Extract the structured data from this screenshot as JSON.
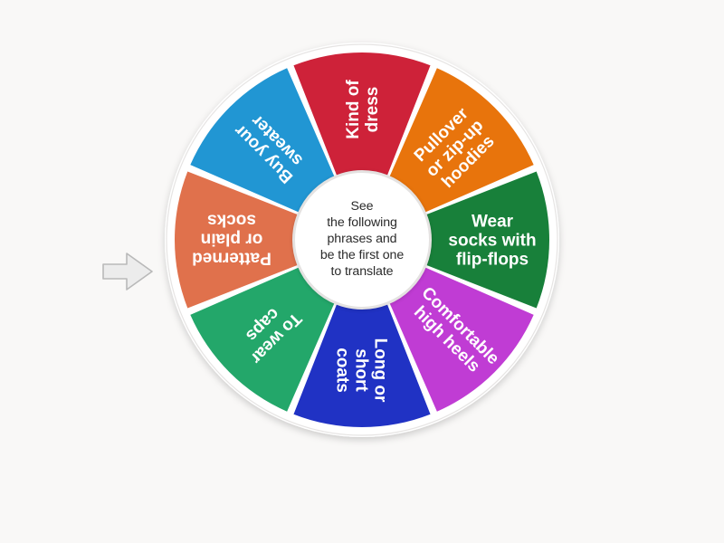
{
  "wheel": {
    "center_text": "See\nthe following\nphrases and\nbe the first one\nto translate",
    "pointer_icon": "arrow-right-icon",
    "segment_count": 8,
    "segments": [
      {
        "label": "Kind of dress",
        "lines": [
          "Kind of",
          "dress"
        ],
        "color": "#ce2239",
        "angle_start": -112.5,
        "angle_end": -67.5
      },
      {
        "label": "Pullover or zip-up hoodies",
        "lines": [
          "Pullover",
          "or zip-up",
          "hoodies"
        ],
        "color": "#e8740c",
        "angle_start": -67.5,
        "angle_end": -22.5
      },
      {
        "label": "Wear socks with flip-flops",
        "lines": [
          "Wear",
          "socks with",
          "flip-flops"
        ],
        "color": "#18803a",
        "angle_start": -22.5,
        "angle_end": 22.5
      },
      {
        "label": "Comfortable high heels",
        "lines": [
          "Comfortable",
          "high heels"
        ],
        "color": "#c03cd4",
        "angle_start": 22.5,
        "angle_end": 67.5
      },
      {
        "label": "Long or short coats",
        "lines": [
          "Long or",
          "short",
          "coats"
        ],
        "color": "#2032c4",
        "angle_start": 67.5,
        "angle_end": 112.5
      },
      {
        "label": "To wear caps",
        "lines": [
          "To wear",
          "caps"
        ],
        "color": "#23a76a",
        "angle_start": 112.5,
        "angle_end": 157.5
      },
      {
        "label": "Patterned or plain socks",
        "lines": [
          "Patterned",
          "or plain",
          "socks"
        ],
        "color": "#e0714c",
        "angle_start": 157.5,
        "angle_end": 202.5
      },
      {
        "label": "Buy your sweater",
        "lines": [
          "Buy your",
          "sweater"
        ],
        "color": "#2196d3",
        "angle_start": 202.5,
        "angle_end": 247.5
      }
    ],
    "colors": {
      "background": "#f9f8f7",
      "rim": "#ffffff",
      "hub_fill": "#ffffff",
      "hub_border": "#e4e2e1",
      "label_text": "#ffffff",
      "center_text": "#2b2b2b",
      "pointer_fill": "#ececec",
      "pointer_stroke": "#b9b9b9"
    }
  }
}
